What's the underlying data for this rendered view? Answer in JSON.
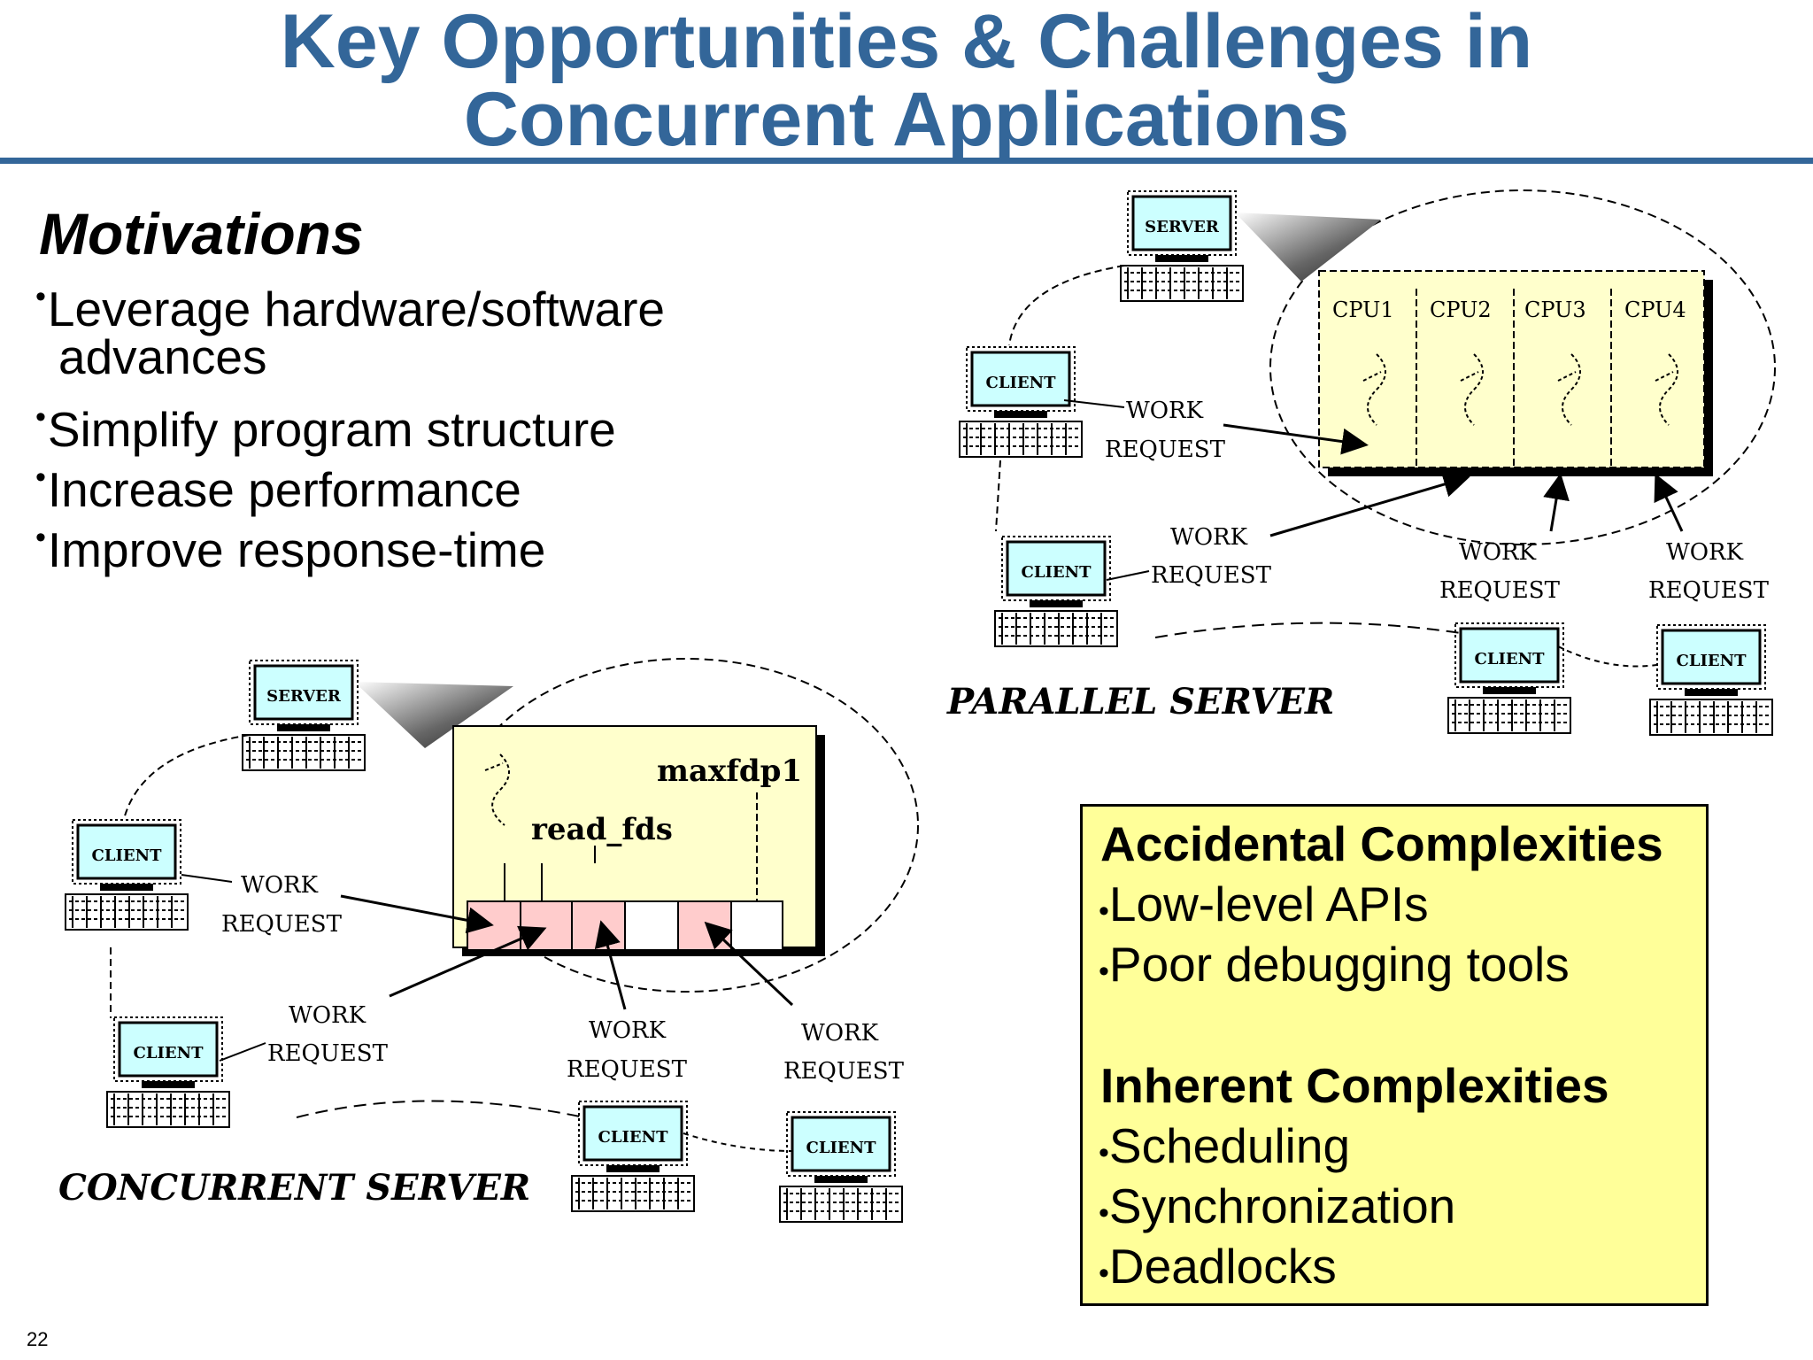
{
  "slide": {
    "title_line1": "Key Opportunities & Challenges in",
    "title_line2": "Concurrent Applications",
    "page_number": "22"
  },
  "motivations": {
    "heading": "Motivations",
    "bullets": [
      "Leverage hardware/software",
      "advances",
      "Simplify program structure",
      "Increase performance",
      "Improve response-time"
    ]
  },
  "complexities": {
    "accidental_heading": "Accidental Complexities",
    "accidental": [
      "Low-level APIs",
      "Poor debugging tools"
    ],
    "inherent_heading": "Inherent Complexities",
    "inherent": [
      "Scheduling",
      "Synchronization",
      "Deadlocks"
    ]
  },
  "parallel_diagram": {
    "caption": "PARALLEL SERVER",
    "server_label": "SERVER",
    "client_label": "CLIENT",
    "work": "WORK",
    "request": "REQUEST",
    "cpus": [
      "CPU1",
      "CPU2",
      "CPU3",
      "CPU4"
    ]
  },
  "concurrent_diagram": {
    "caption": "CONCURRENT SERVER",
    "server_label": "SERVER",
    "client_label": "CLIENT",
    "work": "WORK",
    "request": "REQUEST",
    "maxfdp1": "maxfdp1",
    "read_fds": "read_fds"
  },
  "colors": {
    "title_blue": "#336699",
    "box_yellow": "#ffff99",
    "panel_yellow": "#ffffcc",
    "screen_cyan": "#ccffff",
    "fd_pink": "#ffcccc"
  }
}
